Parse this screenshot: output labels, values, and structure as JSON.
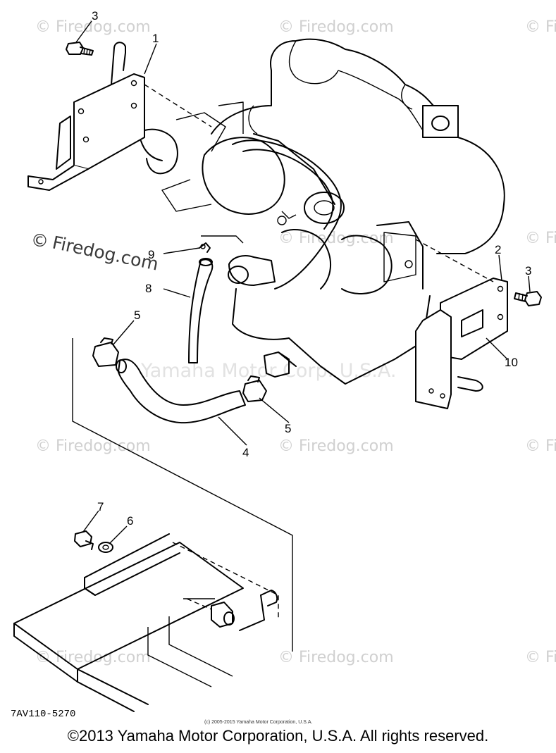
{
  "watermarks": {
    "faint": "© Firedog.com",
    "prominent_symbol": "©",
    "prominent_text": "Firedog.com",
    "center": "Yamaha Motor Corp. U.S.A."
  },
  "callouts": {
    "c1": "1",
    "c2": "2",
    "c3a": "3",
    "c3b": "3",
    "c4": "4",
    "c5a": "5",
    "c5b": "5",
    "c6": "6",
    "c7": "7",
    "c8": "8",
    "c9": "9",
    "c10": "10"
  },
  "diagram_code": "7AV110-5270",
  "small_copyright": "(c) 2005-2015 Yamaha Motor Corporation, U.S.A.",
  "footer_copyright": "©2013 Yamaha Motor Corporation, U.S.A. All rights reserved.",
  "colors": {
    "ink": "#000000",
    "watermark": "#d0d0d0",
    "background": "#ffffff"
  }
}
